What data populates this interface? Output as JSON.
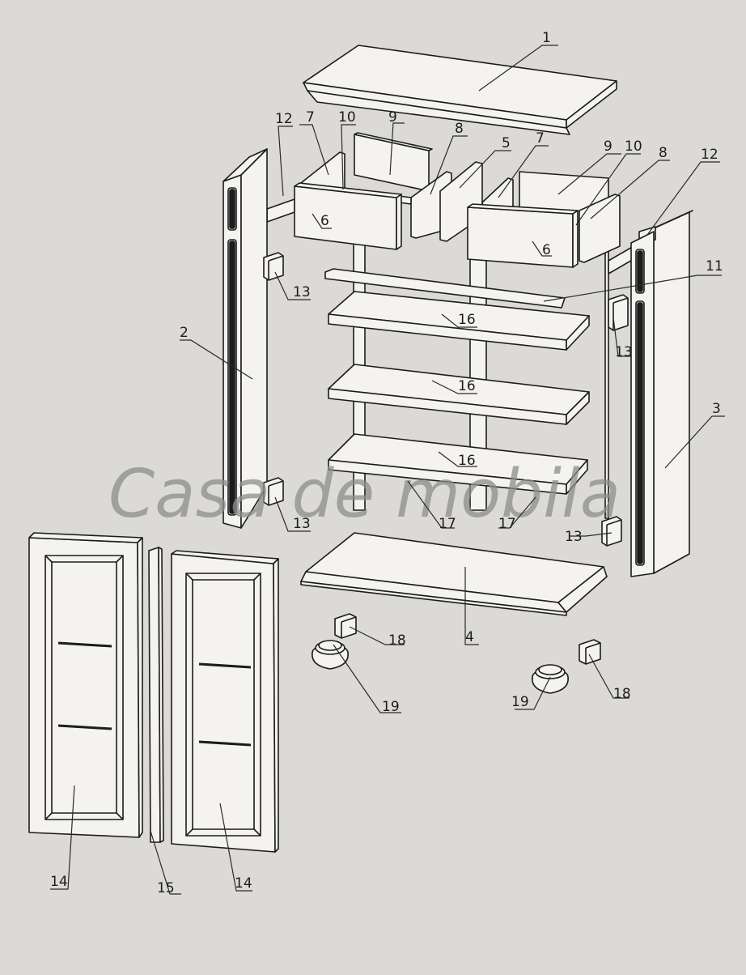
{
  "watermark": "Casa de mobila",
  "colors": {
    "paper": "#dcdad7",
    "panel": "#f4f3f0",
    "line": "#1c1c1c",
    "callout": "#2a2a2a",
    "watermark": "#8d8d8d"
  },
  "callouts": [
    "1",
    "2",
    "3",
    "4",
    "5",
    "6",
    "7",
    "8",
    "9",
    "10",
    "11",
    "12",
    "13",
    "14",
    "15",
    "16",
    "17",
    "18",
    "19"
  ]
}
